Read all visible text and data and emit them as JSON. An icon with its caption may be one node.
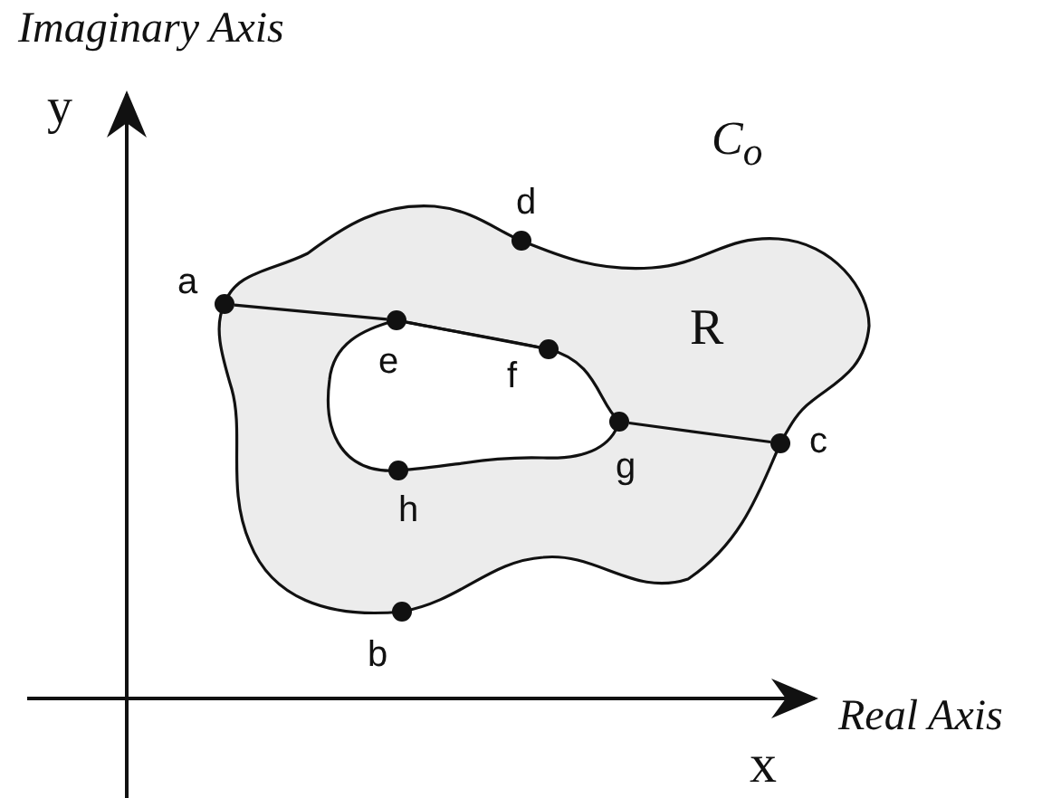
{
  "diagram": {
    "nodes": [
      {
        "text": [],
        "shape": "circle",
        "beside": [
          "d"
        ]
      },
      {
        "text": [],
        "shape": "circle",
        "beside": [
          "a"
        ]
      },
      {
        "text": [],
        "shape": "circle",
        "beside": [
          "e"
        ]
      },
      {
        "text": [],
        "shape": "circle",
        "beside": [
          "f"
        ]
      },
      {
        "text": [],
        "shape": "circle",
        "beside": [
          "c"
        ]
      },
      {
        "text": [],
        "shape": "circle",
        "beside": [
          "g"
        ]
      },
      {
        "text": [],
        "shape": "circle",
        "beside": [
          "h"
        ]
      },
      {
        "text": [],
        "shape": "circle",
        "beside": [
          "b"
        ]
      }
    ],
    "edges": [
      {
        "from": 1,
        "to": 2,
        "arrow": "none"
      },
      {
        "from": 2,
        "to": 3,
        "arrow": "none"
      },
      {
        "from": 5,
        "to": 4,
        "arrow": "none"
      }
    ],
    "labels": [
      "Imaginary Axis",
      "y",
      "C$_{o}$",
      "R",
      "Real Axis",
      "x"
    ]
  }
}
